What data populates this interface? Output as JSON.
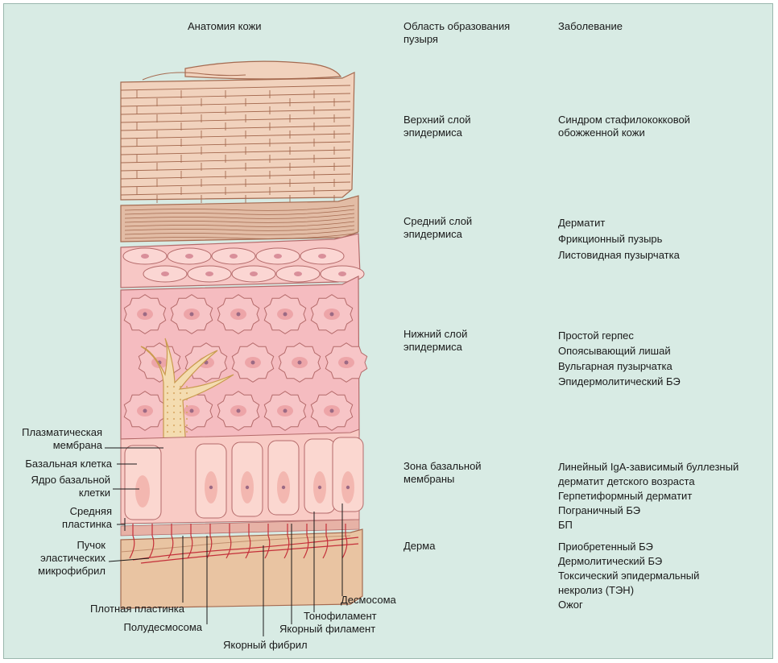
{
  "headers": {
    "anatomy": "Анатомия кожи",
    "region": "Область образования\nпузыря",
    "disease": "Заболевание"
  },
  "rows": [
    {
      "region": "Верхний слой\nэпидермиса",
      "diseases": "Синдром стафилококковой\nобожженной кожи"
    },
    {
      "region": "Средний слой\nэпидермиса",
      "diseases": "Дерматит\nФрикционный пузырь\nЛистовидная пузырчатка"
    },
    {
      "region": "Нижний слой\nэпидермиса",
      "diseases": "Простой герпес\nОпоясывающий лишай\nВульгарная пузырчатка\nЭпидермолитический БЭ"
    },
    {
      "region": "Зона базальной\nмембраны",
      "diseases": "Линейный IgA-зависимый буллезный\nдерматит детского возраста\nГерпетиформный дерматит\nПограничный БЭ\nБП"
    },
    {
      "region": "Дерма",
      "diseases": "Приобретенный БЭ\nДермолитический БЭ\nТоксический эпидермальный\n   некролиз (ТЭН)\nОжог"
    }
  ],
  "left_labels": {
    "plasma_membrane": "Плазматическая\nмембрана",
    "basal_cell": "Базальная клетка",
    "basal_nucleus": "Ядро базальной\nклетки",
    "lamina_lucida": "Средняя\nпластинка",
    "elastic_bundle": "Пучок\nэластических\nмикрофибрил"
  },
  "bottom_labels": {
    "lamina_densa": "Плотная пластинка",
    "hemidesmosome": "Полудесмосома",
    "anchoring_fibril": "Якорный фибрил",
    "anchoring_filament": "Якорный филамент",
    "tonofilament": "Тонофиламент",
    "desmosome": "Десмосома"
  },
  "colors": {
    "background": "#d8ebe4",
    "stratum_corneum": "#f1d2bd",
    "stratum_granulosum": "#e2bca5",
    "stratum_spinosum": "#f5bcc0",
    "basal_cells": "#fbd7d0",
    "melanocyte": "#f4dcb0",
    "dermis": "#e9c4a2",
    "fibers": "#c4303a"
  }
}
